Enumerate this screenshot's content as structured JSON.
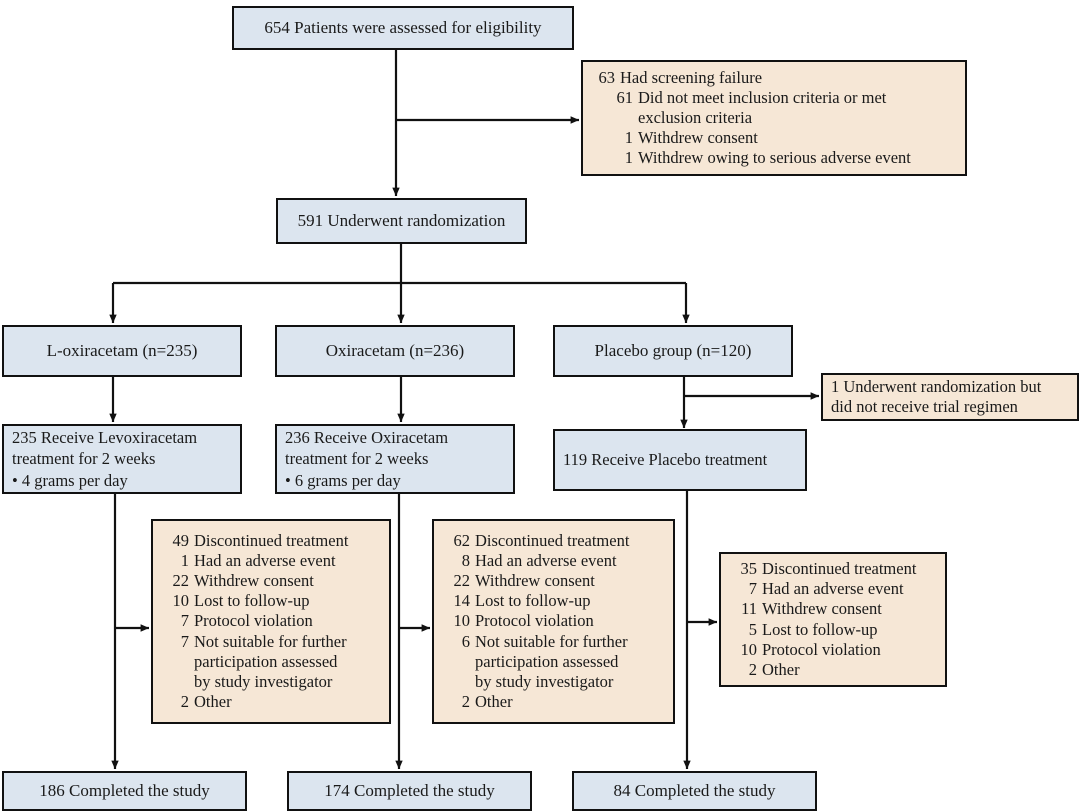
{
  "diagram": {
    "type": "consort-flow-diagram",
    "colors": {
      "box_blue": "#dce5ef",
      "box_beige": "#f6e7d6",
      "border": "#111111",
      "text": "#1a1a1a",
      "background": "#ffffff"
    }
  },
  "enrollment": {
    "assessed": "654 Patients were assessed for eligibility",
    "randomized": "591 Underwent randomization"
  },
  "screening_failure": {
    "header_num": "63",
    "header_text": "Had screening failure",
    "items": [
      {
        "num": "61",
        "text": "Did not meet inclusion criteria or met\nexclusion criteria"
      },
      {
        "num": "1",
        "text": "Withdrew consent"
      },
      {
        "num": "1",
        "text": "Withdrew owing to serious adverse event"
      }
    ]
  },
  "arms": [
    {
      "id": "l-oxiracetam",
      "title": "L-oxiracetam (n=235)",
      "treatment_lines": [
        "235 Receive Levoxiracetam",
        "treatment for 2 weeks",
        "• 4 grams per day"
      ],
      "completed": "186 Completed the study",
      "discontinued": {
        "items": [
          {
            "num": "49",
            "text": "Discontinued treatment"
          },
          {
            "num": "1",
            "text": "Had an adverse event"
          },
          {
            "num": "22",
            "text": "Withdrew consent"
          },
          {
            "num": "10",
            "text": "Lost to follow-up"
          },
          {
            "num": "7",
            "text": "Protocol violation"
          },
          {
            "num": "7",
            "text": "Not suitable for further\nparticipation assessed\nby study investigator"
          },
          {
            "num": "2",
            "text": "Other"
          }
        ]
      }
    },
    {
      "id": "oxiracetam",
      "title": "Oxiracetam (n=236)",
      "treatment_lines": [
        "236 Receive Oxiracetam",
        "treatment for 2 weeks",
        "• 6 grams per day"
      ],
      "completed": "174 Completed the study",
      "discontinued": {
        "items": [
          {
            "num": "62",
            "text": "Discontinued treatment"
          },
          {
            "num": "8",
            "text": "Had an adverse event"
          },
          {
            "num": "22",
            "text": "Withdrew consent"
          },
          {
            "num": "14",
            "text": "Lost to follow-up"
          },
          {
            "num": "10",
            "text": "Protocol violation"
          },
          {
            "num": "6",
            "text": "Not suitable for further\nparticipation assessed\nby study investigator"
          },
          {
            "num": "2",
            "text": "Other"
          }
        ]
      }
    },
    {
      "id": "placebo",
      "title": "Placebo group (n=120)",
      "treatment_lines": [
        "119 Receive Placebo treatment"
      ],
      "completed": "84 Completed the study",
      "not_treated": "1 Underwent randomization but\ndid not receive trial regimen",
      "discontinued": {
        "items": [
          {
            "num": "35",
            "text": "Discontinued treatment"
          },
          {
            "num": "7",
            "text": "Had an adverse event"
          },
          {
            "num": "11",
            "text": "Withdrew consent"
          },
          {
            "num": "5",
            "text": "Lost to follow-up"
          },
          {
            "num": "10",
            "text": "Protocol violation"
          },
          {
            "num": "2",
            "text": "Other"
          }
        ]
      }
    }
  ]
}
